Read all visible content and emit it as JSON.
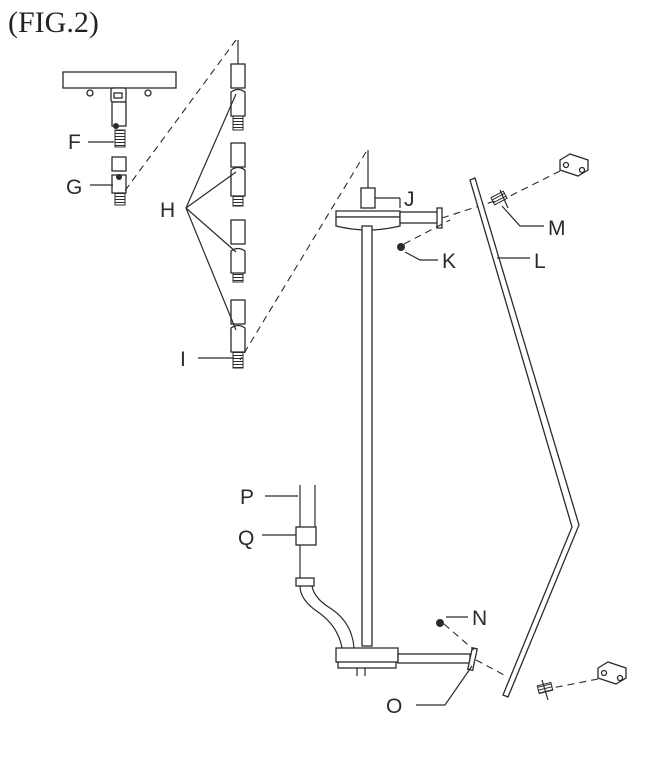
{
  "figure": {
    "title": "(FIG.2)"
  },
  "labels": {
    "F": "F",
    "G": "G",
    "H": "H",
    "I": "I",
    "J": "J",
    "K": "K",
    "L": "L",
    "M": "M",
    "N": "N",
    "O": "O",
    "P": "P",
    "Q": "Q"
  }
}
